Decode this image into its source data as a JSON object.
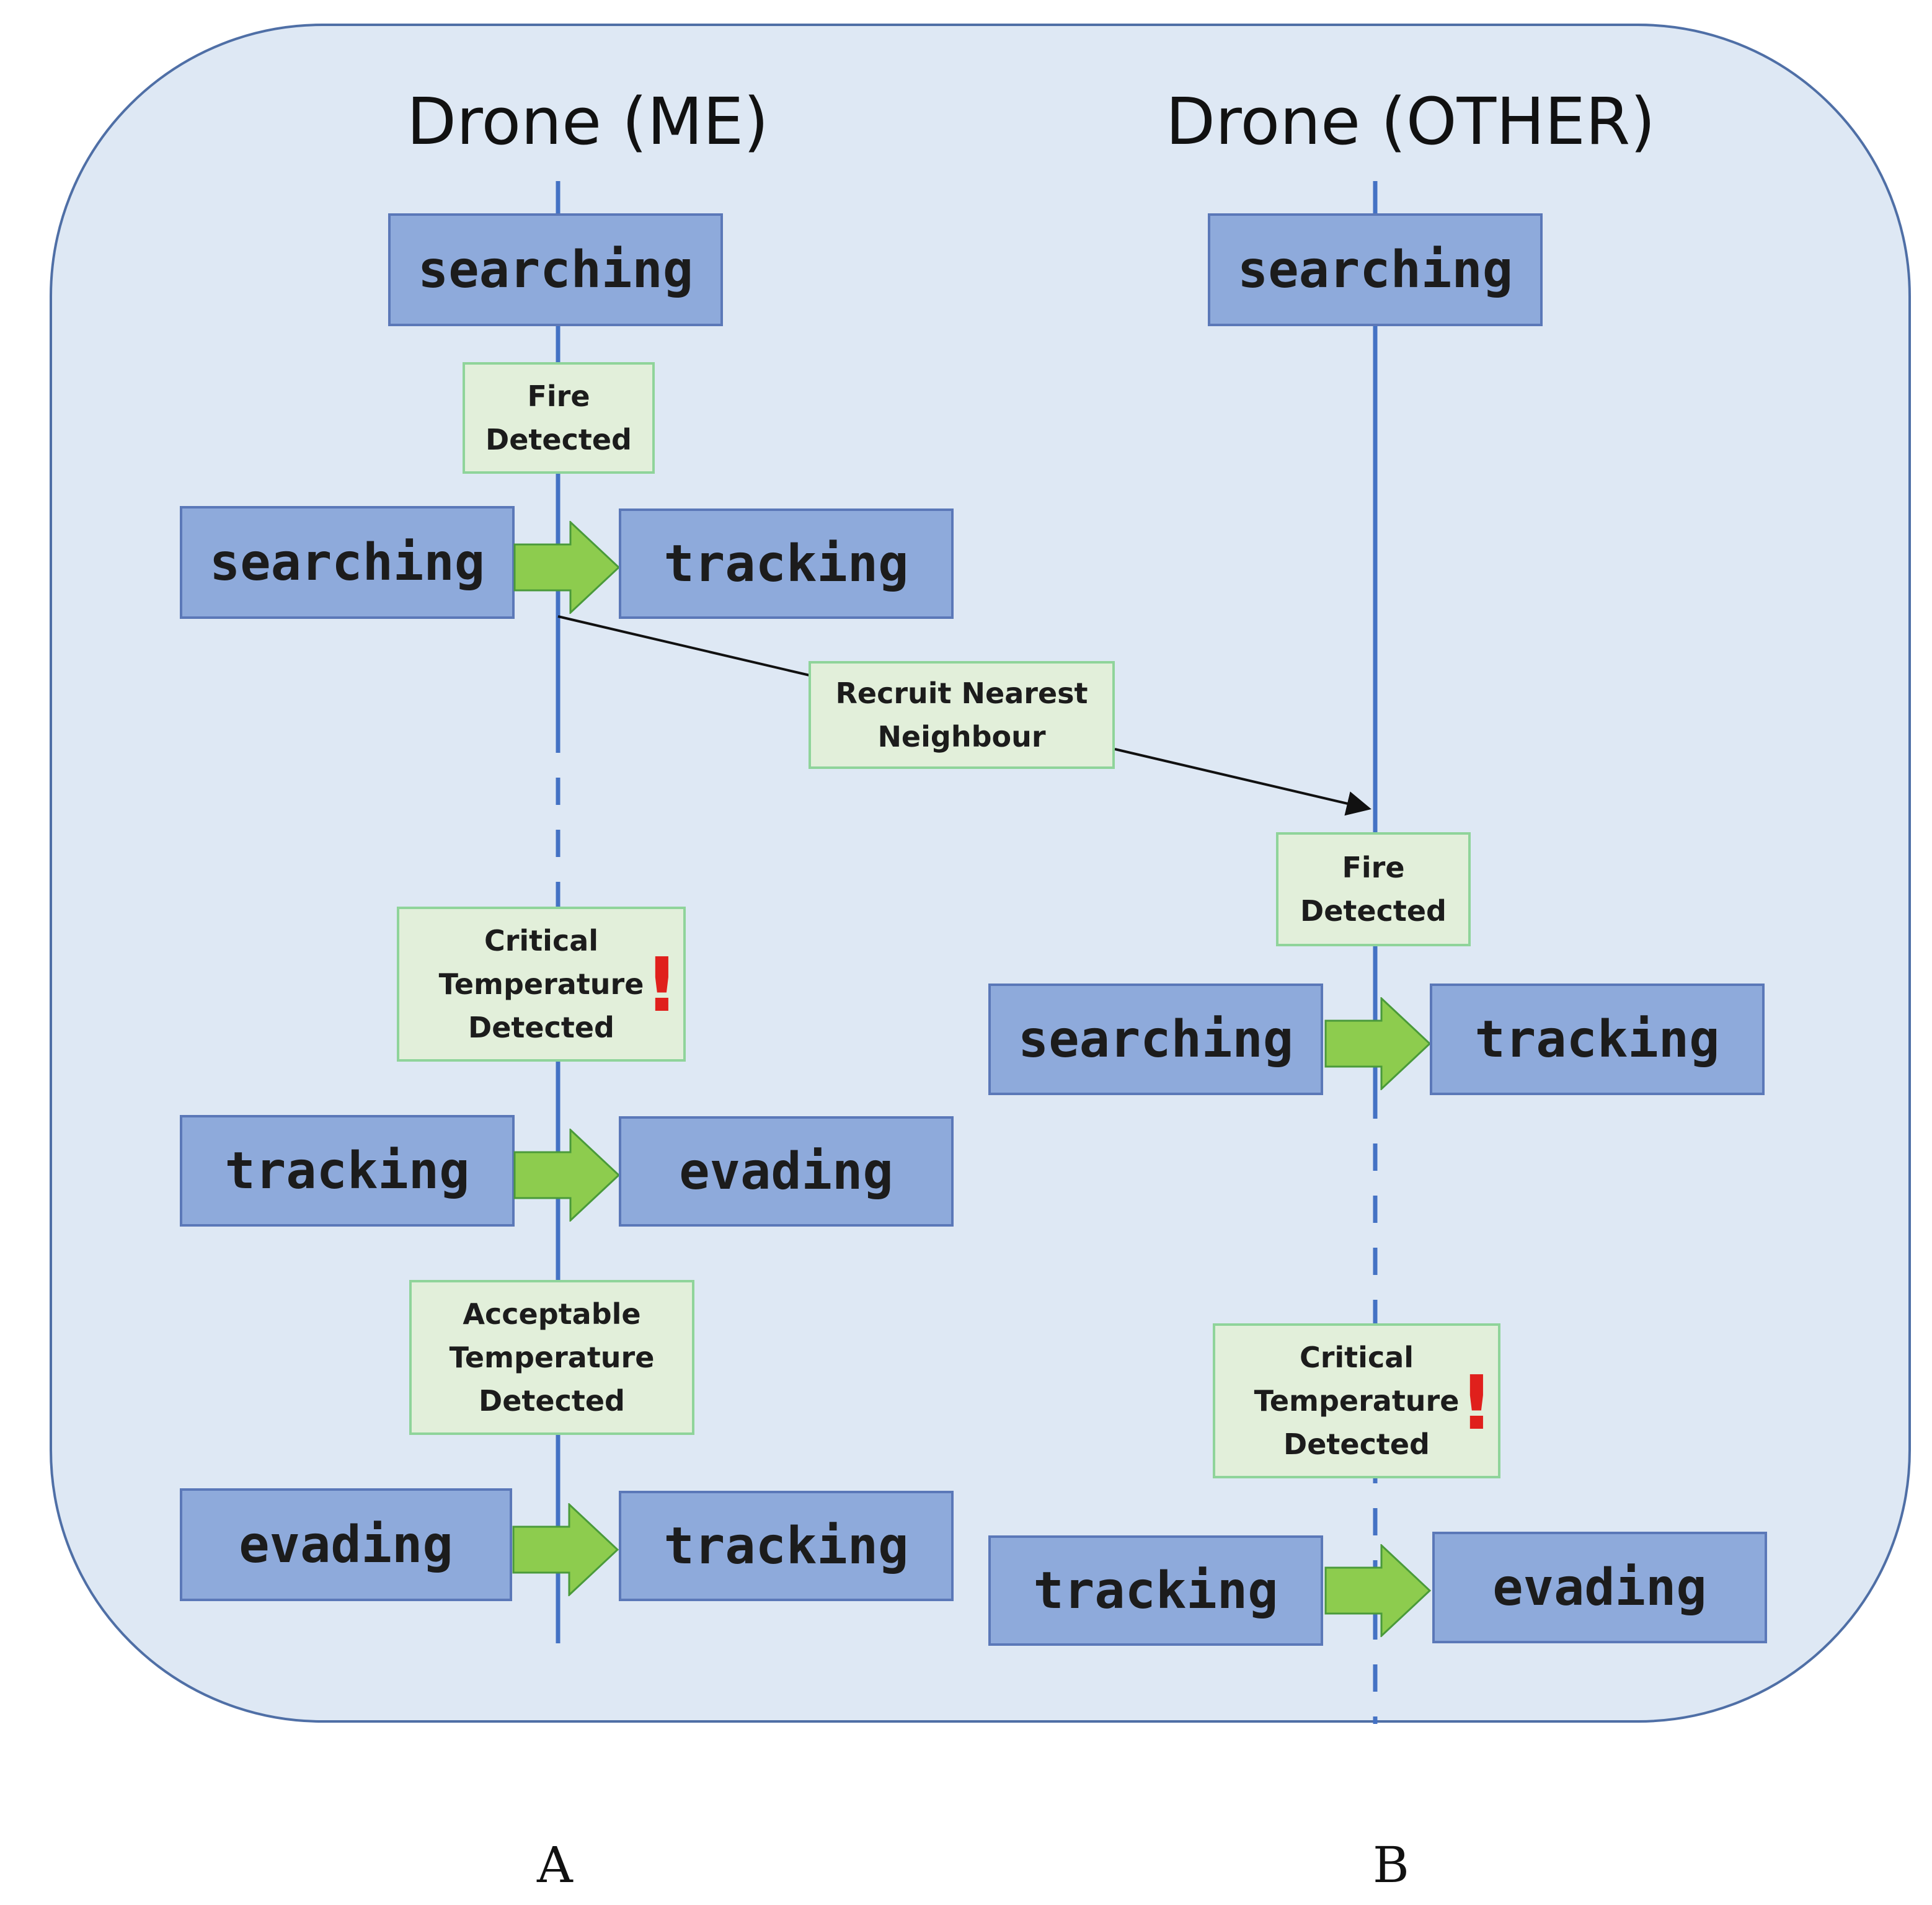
{
  "colors": {
    "frame_fill": "#dee8f4",
    "frame_border": "#4f6fa6",
    "state_fill": "#8eaadb",
    "state_border": "#5b78b8",
    "event_fill": "#e2efda",
    "event_border": "#8fd49a",
    "transition_arrow": "#8dcc4e",
    "timeline": "#4472c4",
    "alert": "#e0201c"
  },
  "drone_me": {
    "title": "Drone (ME)",
    "initial_state": "searching",
    "event_fire": "Fire\nDetected",
    "t1_from": "searching",
    "t1_to": "tracking",
    "event_critical": "Critical\nTemperature\nDetected",
    "alert_mark": "!",
    "t2_from": "tracking",
    "t2_to": "evading",
    "event_acceptable": "Acceptable\nTemperature\nDetected",
    "t3_from": "evading",
    "t3_to": "tracking"
  },
  "message": {
    "label": "Recruit Nearest\nNeighbour"
  },
  "drone_other": {
    "title": "Drone (OTHER)",
    "initial_state": "searching",
    "event_fire": "Fire\nDetected",
    "t1_from": "searching",
    "t1_to": "tracking",
    "event_critical": "Critical\nTemperature\nDetected",
    "alert_mark": "!",
    "t2_from": "tracking",
    "t2_to": "evading"
  },
  "panel_labels": {
    "a": "A",
    "b": "B"
  }
}
